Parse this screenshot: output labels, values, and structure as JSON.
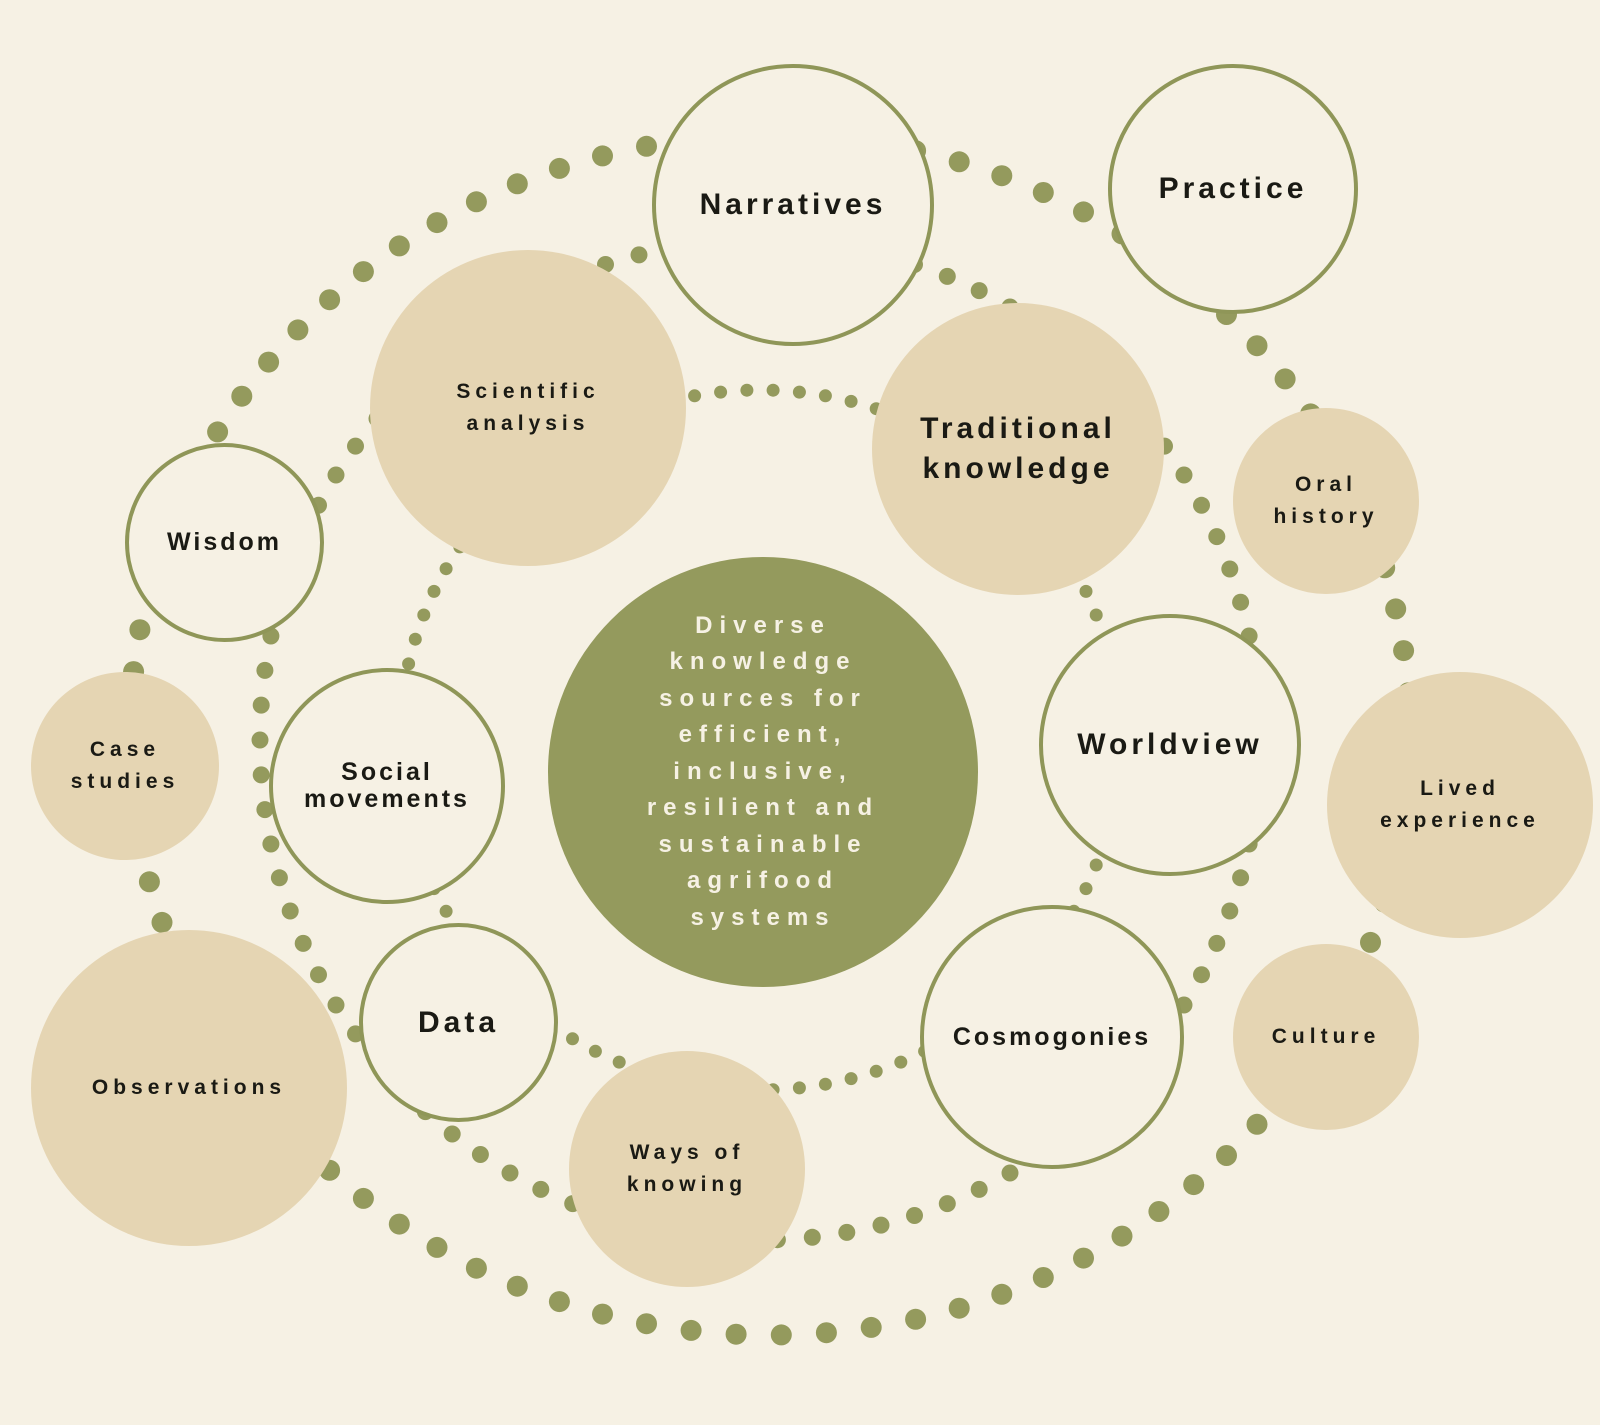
{
  "colors": {
    "background": "#f6f1e4",
    "accent_olive": "#949a5d",
    "dot_olive": "#949a5d",
    "node_border": "#8f9658",
    "node_fill_tan": "#e5d5b3"
  },
  "center": {
    "label": "Diverse\nknowledge\nsources for\nefficient,\ninclusive,\nresilient and\nsustainable\nagrifood\nsystems"
  },
  "nodes": {
    "narratives": {
      "label": "Narratives"
    },
    "practice": {
      "label": "Practice"
    },
    "scientific_analysis": {
      "label": "Scientific\nanalysis"
    },
    "traditional_knowledge": {
      "label": "Traditional\nknowledge"
    },
    "wisdom": {
      "label": "Wisdom"
    },
    "oral_history": {
      "label": "Oral\nhistory"
    },
    "case_studies": {
      "label": "Case\nstudies"
    },
    "social_movements": {
      "label": "Social\nmovements"
    },
    "worldview": {
      "label": "Worldview"
    },
    "lived_experience": {
      "label": "Lived\nexperience"
    },
    "data": {
      "label": "Data"
    },
    "cosmogonies": {
      "label": "Cosmogonies"
    },
    "culture": {
      "label": "Culture"
    },
    "observations": {
      "label": "Observations"
    },
    "ways_of_knowing": {
      "label": "Ways of\nknowing"
    }
  }
}
